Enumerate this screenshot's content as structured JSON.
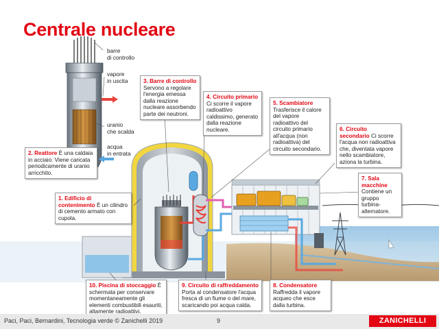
{
  "title": "Centrale nucleare",
  "reactor_labels": {
    "control_rods": [
      "barre",
      "di controllo"
    ],
    "steam_out": [
      "vapore",
      "in uscita"
    ],
    "uranium": [
      "uranio",
      "che scalda"
    ],
    "water_in": [
      "acqua",
      "in entrata"
    ]
  },
  "callouts": [
    {
      "num": "1.",
      "title": "Edificio di contenimento",
      "text": "È un cilindro di cemento armato con cupola."
    },
    {
      "num": "2.",
      "title": "Reattore",
      "text": "È una caldaia in acciaio. Viene caricata periodicamente di uranio arricchito."
    },
    {
      "num": "3.",
      "title": "Barre di controllo",
      "text": "Servono a regolare l'energia emessa dalla reazione nucleare assorbendo parte dei neutroni."
    },
    {
      "num": "4.",
      "title": "Circuito primario",
      "text": "Ci scorre il vapore radioattivo caldissimo, generato dalla reazione nucleare."
    },
    {
      "num": "5.",
      "title": "Scambiatore",
      "text": "Trasferisce il calore del vapore radioattivo del circuito primario all'acqua (non radioattiva) del circuito secondario."
    },
    {
      "num": "6.",
      "title": "Circuito secondario",
      "text": "Ci scorre l'acqua non radioattiva che, diventata vapore nello scambiatore, aziona la turbina."
    },
    {
      "num": "7.",
      "title": "Sala macchine",
      "text": "Contiene un gruppo turbina-alternatore."
    },
    {
      "num": "8.",
      "title": "Condensatore",
      "text": "Raffredda il vapore acqueo che esce dalla turbina."
    },
    {
      "num": "9.",
      "title": "Circuito di raffreddamento",
      "text": "Porta al condensatore l'acqua fresca di un fiume o del mare, scaricando poi acqua calda."
    },
    {
      "num": "10.",
      "title": "Piscina di stoccaggio",
      "text": "È schermata per conservare momentaneamente gli elementi combustibili esauriti, altamente radioattivi."
    }
  ],
  "footer": {
    "credit": "Paci, Paci, Bernardini, Tecnologia verde © Zanichelli 2019",
    "page": "9",
    "logo": "ZANICHELLI"
  },
  "colors": {
    "accent": "#e30613",
    "primary_circuit": "#e8413a",
    "secondary_circuit": "#e060b0",
    "cooling_circuit": "#5aa8e0",
    "building": "#b8c0c8",
    "turbine": "#e8a020"
  }
}
